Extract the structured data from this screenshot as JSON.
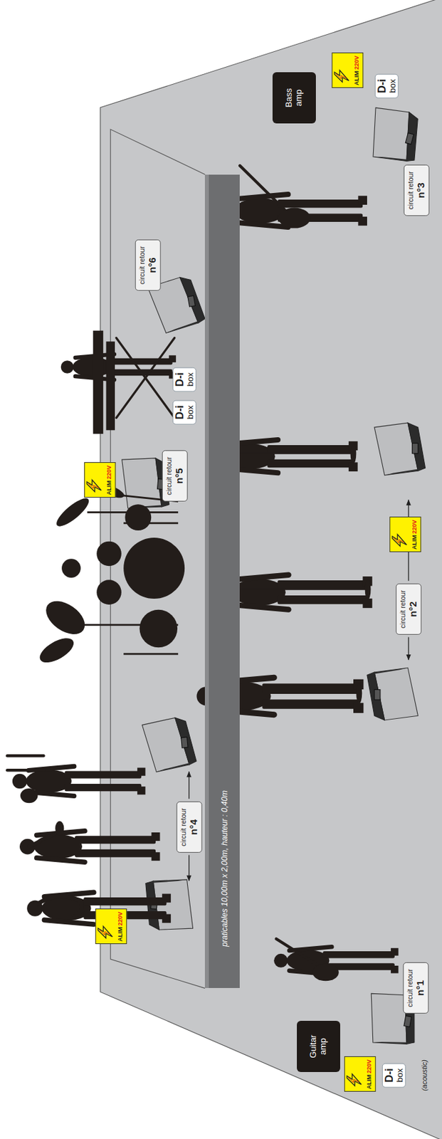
{
  "diagram": {
    "nodes": [
      {
        "text": [
          "Bass amp"
        ]
      },
      {
        "text": [
          "ALIM",
          "220V"
        ]
      },
      {
        "text": [
          "D-i",
          "box"
        ]
      },
      {
        "text": [
          "circuit retour",
          "n°3"
        ]
      },
      {
        "text": [
          "circuit retour",
          "n°6"
        ]
      },
      {
        "text": [
          "D-i",
          "box"
        ]
      },
      {
        "text": [
          "D-i",
          "box"
        ]
      },
      {
        "text": [
          "ALIM",
          "220V"
        ]
      },
      {
        "text": [
          "circuit retour",
          "n°5"
        ]
      },
      {
        "text": [
          "ALIM",
          "220V"
        ]
      },
      {
        "text": [
          "circuit retour",
          "n°2"
        ]
      },
      {
        "text": [
          "circuit retour",
          "n°4"
        ]
      },
      {
        "text": [
          "ALIM",
          "220V"
        ]
      },
      {
        "text": [
          "circuit retour",
          "n°1"
        ]
      },
      {
        "text": [
          "Guitar amp"
        ]
      },
      {
        "text": [
          "ALIM",
          "220V"
        ]
      },
      {
        "text": [
          "D-i",
          "box"
        ]
      },
      {
        "text": [
          "praticables 10,00m x 2,00m, hauteur : 0,40m"
        ]
      }
    ],
    "labels": [
      "(acoustic)"
    ]
  }
}
